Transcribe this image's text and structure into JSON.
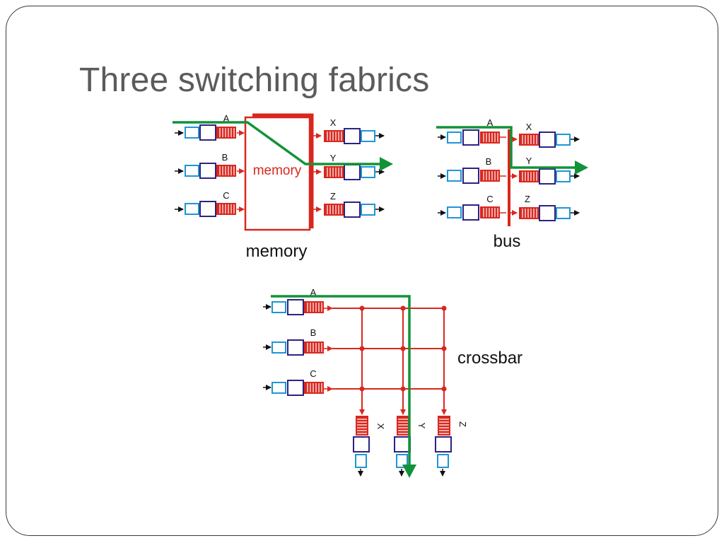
{
  "slide": {
    "title": "Three switching fabrics"
  },
  "colors": {
    "fabric_red": "#d9271e",
    "path_green": "#13923a",
    "buffer_blue": "#1e96d6",
    "buffer_navy": "#2e2280",
    "arrow_black": "#111111",
    "title_gray": "#5b5b5b"
  },
  "memory_fabric": {
    "caption": "memory",
    "fabric_label": "memory",
    "inputs": [
      "A",
      "B",
      "C"
    ],
    "outputs": [
      "X",
      "Y",
      "Z"
    ]
  },
  "bus_fabric": {
    "caption": "bus",
    "inputs": [
      "A",
      "B",
      "C"
    ],
    "outputs": [
      "X",
      "Y",
      "Z"
    ]
  },
  "crossbar_fabric": {
    "caption": "crossbar",
    "inputs": [
      "A",
      "B",
      "C"
    ],
    "outputs": [
      "X",
      "Y",
      "Z"
    ]
  }
}
